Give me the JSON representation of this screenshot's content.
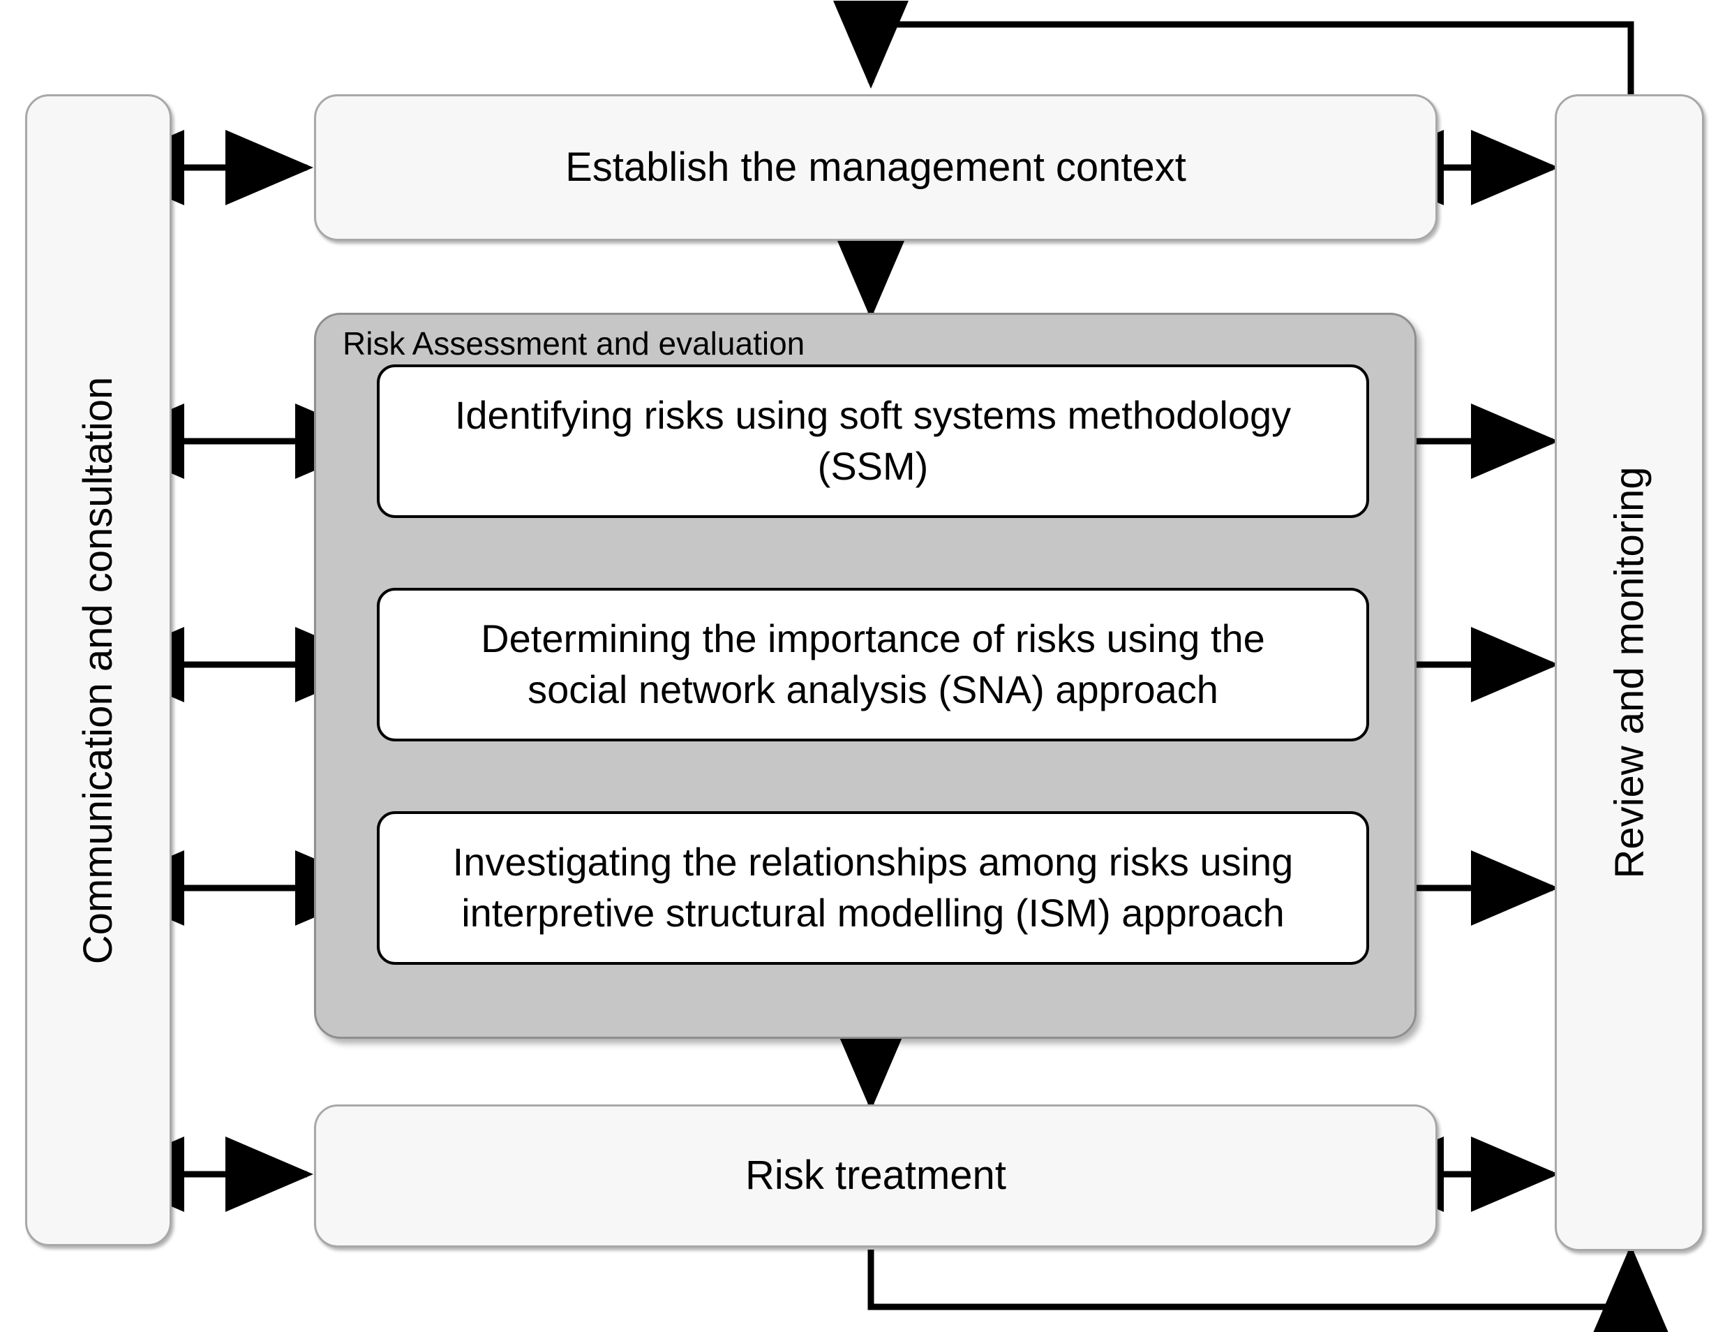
{
  "diagram": {
    "left_sidebar": {
      "label": "Communication and consultation"
    },
    "right_sidebar": {
      "label": "Review and monitoring"
    },
    "top_box": {
      "label": "Establish the management context"
    },
    "bottom_box": {
      "label": "Risk treatment"
    },
    "group": {
      "title": "Risk Assessment and evaluation",
      "steps": [
        {
          "line1": "Identifying risks using soft systems methodology",
          "line2": "(SSM)"
        },
        {
          "line1": "Determining the importance of risks using the",
          "line2": "social network analysis (SNA) approach"
        },
        {
          "line1": "Investigating the relationships among risks using",
          "line2": "interpretive structural modelling (ISM) approach"
        }
      ]
    },
    "colors": {
      "box_fill": "#f7f7f7",
      "box_border": "#a8a8a8",
      "group_fill": "#c6c6c6",
      "group_border": "#8f8f8f",
      "step_fill": "#ffffff",
      "step_border": "#000000",
      "connector": "#000000",
      "page_background": "#ffffff"
    }
  }
}
